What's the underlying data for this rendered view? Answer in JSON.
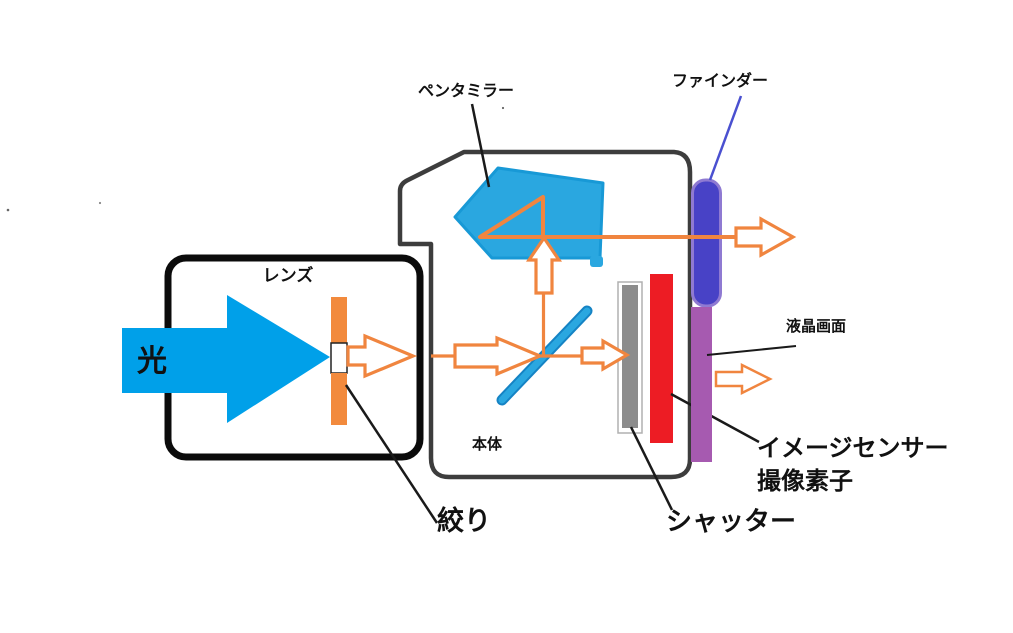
{
  "diagram": {
    "title": "DSLR camera light path diagram",
    "labels": {
      "light": "光",
      "lens": "レンズ",
      "aperture": "絞り",
      "camera_body": "本体",
      "pentamirror": "ペンタミラー",
      "viewfinder": "ファインダー",
      "shutter": "シャッター",
      "image_sensor": "イメージセンサー",
      "imaging_element": "撮像素子",
      "lcd_screen": "液晶画面"
    },
    "colors": {
      "light_beam_blue": "#00a0e9",
      "pentamirror_fill": "#2aa7e0",
      "pentamirror_border": "#1899d6",
      "mirror_blue": "#2aa7e0",
      "mirror_edge": "#1583c4",
      "light_path_orange": "#f0853f",
      "aperture_blade_orange": "#f28a3d",
      "sensor_red": "#ed1c24",
      "shutter_gray": "#8c8c8c",
      "lcd_purple": "#a65ab0",
      "viewfinder_fill": "#4842c6",
      "viewfinder_border": "#8f7ad2",
      "body_outline": "#3d3d3d",
      "lens_outline": "#0b0b0b",
      "leader_black": "#1a1a1a",
      "viewfinder_leader_blue": "#4a50d0",
      "text_black": "#111111"
    }
  }
}
